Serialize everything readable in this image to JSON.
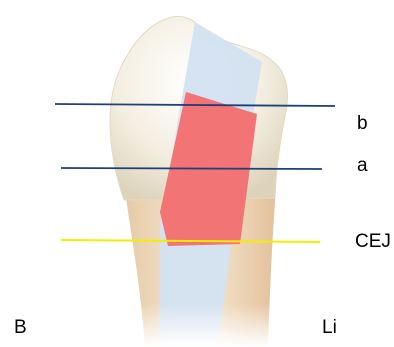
{
  "labels": {
    "b": "b",
    "a": "a",
    "cej": "CEJ",
    "buccal": "B",
    "lingual": "Li"
  },
  "colors": {
    "background": "#ffffff",
    "enamel": "#f4efe2",
    "root": "#e8c9a2",
    "section_band": "#d3e1f1",
    "highlight_region": "#f27474",
    "reference_lines": "#1f3f7a",
    "cej_line": "#f3ee00",
    "text": "#000000"
  }
}
